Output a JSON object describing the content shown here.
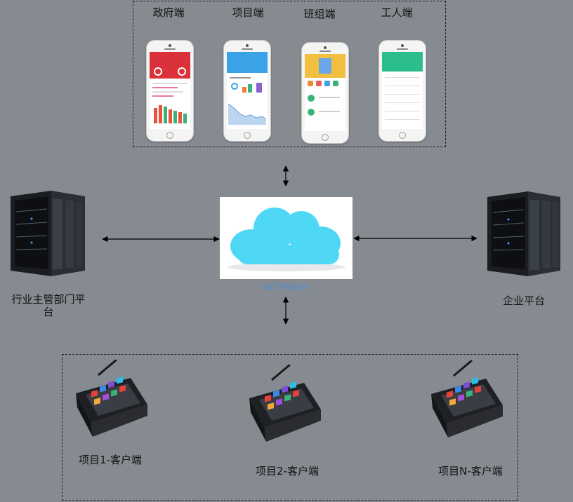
{
  "top_group": {
    "clients": [
      {
        "label": "政府端",
        "accent": "#d9323a"
      },
      {
        "label": "项目端",
        "accent": "#3aa3e8"
      },
      {
        "label": "班组端",
        "accent": "#f2b53a"
      },
      {
        "label": "工人端",
        "accent": "#2cbd8c"
      }
    ]
  },
  "center": {
    "label": "INTERNET",
    "cloud_color": "#4fd8f5"
  },
  "left_platform": {
    "label": "行业主管部门平\n台"
  },
  "right_platform": {
    "label": "企业平台"
  },
  "bottom_group": {
    "clients": [
      {
        "label": "项目1-客户端"
      },
      {
        "label": "项目2-客户端"
      },
      {
        "label": "项目N-客户端"
      }
    ]
  }
}
